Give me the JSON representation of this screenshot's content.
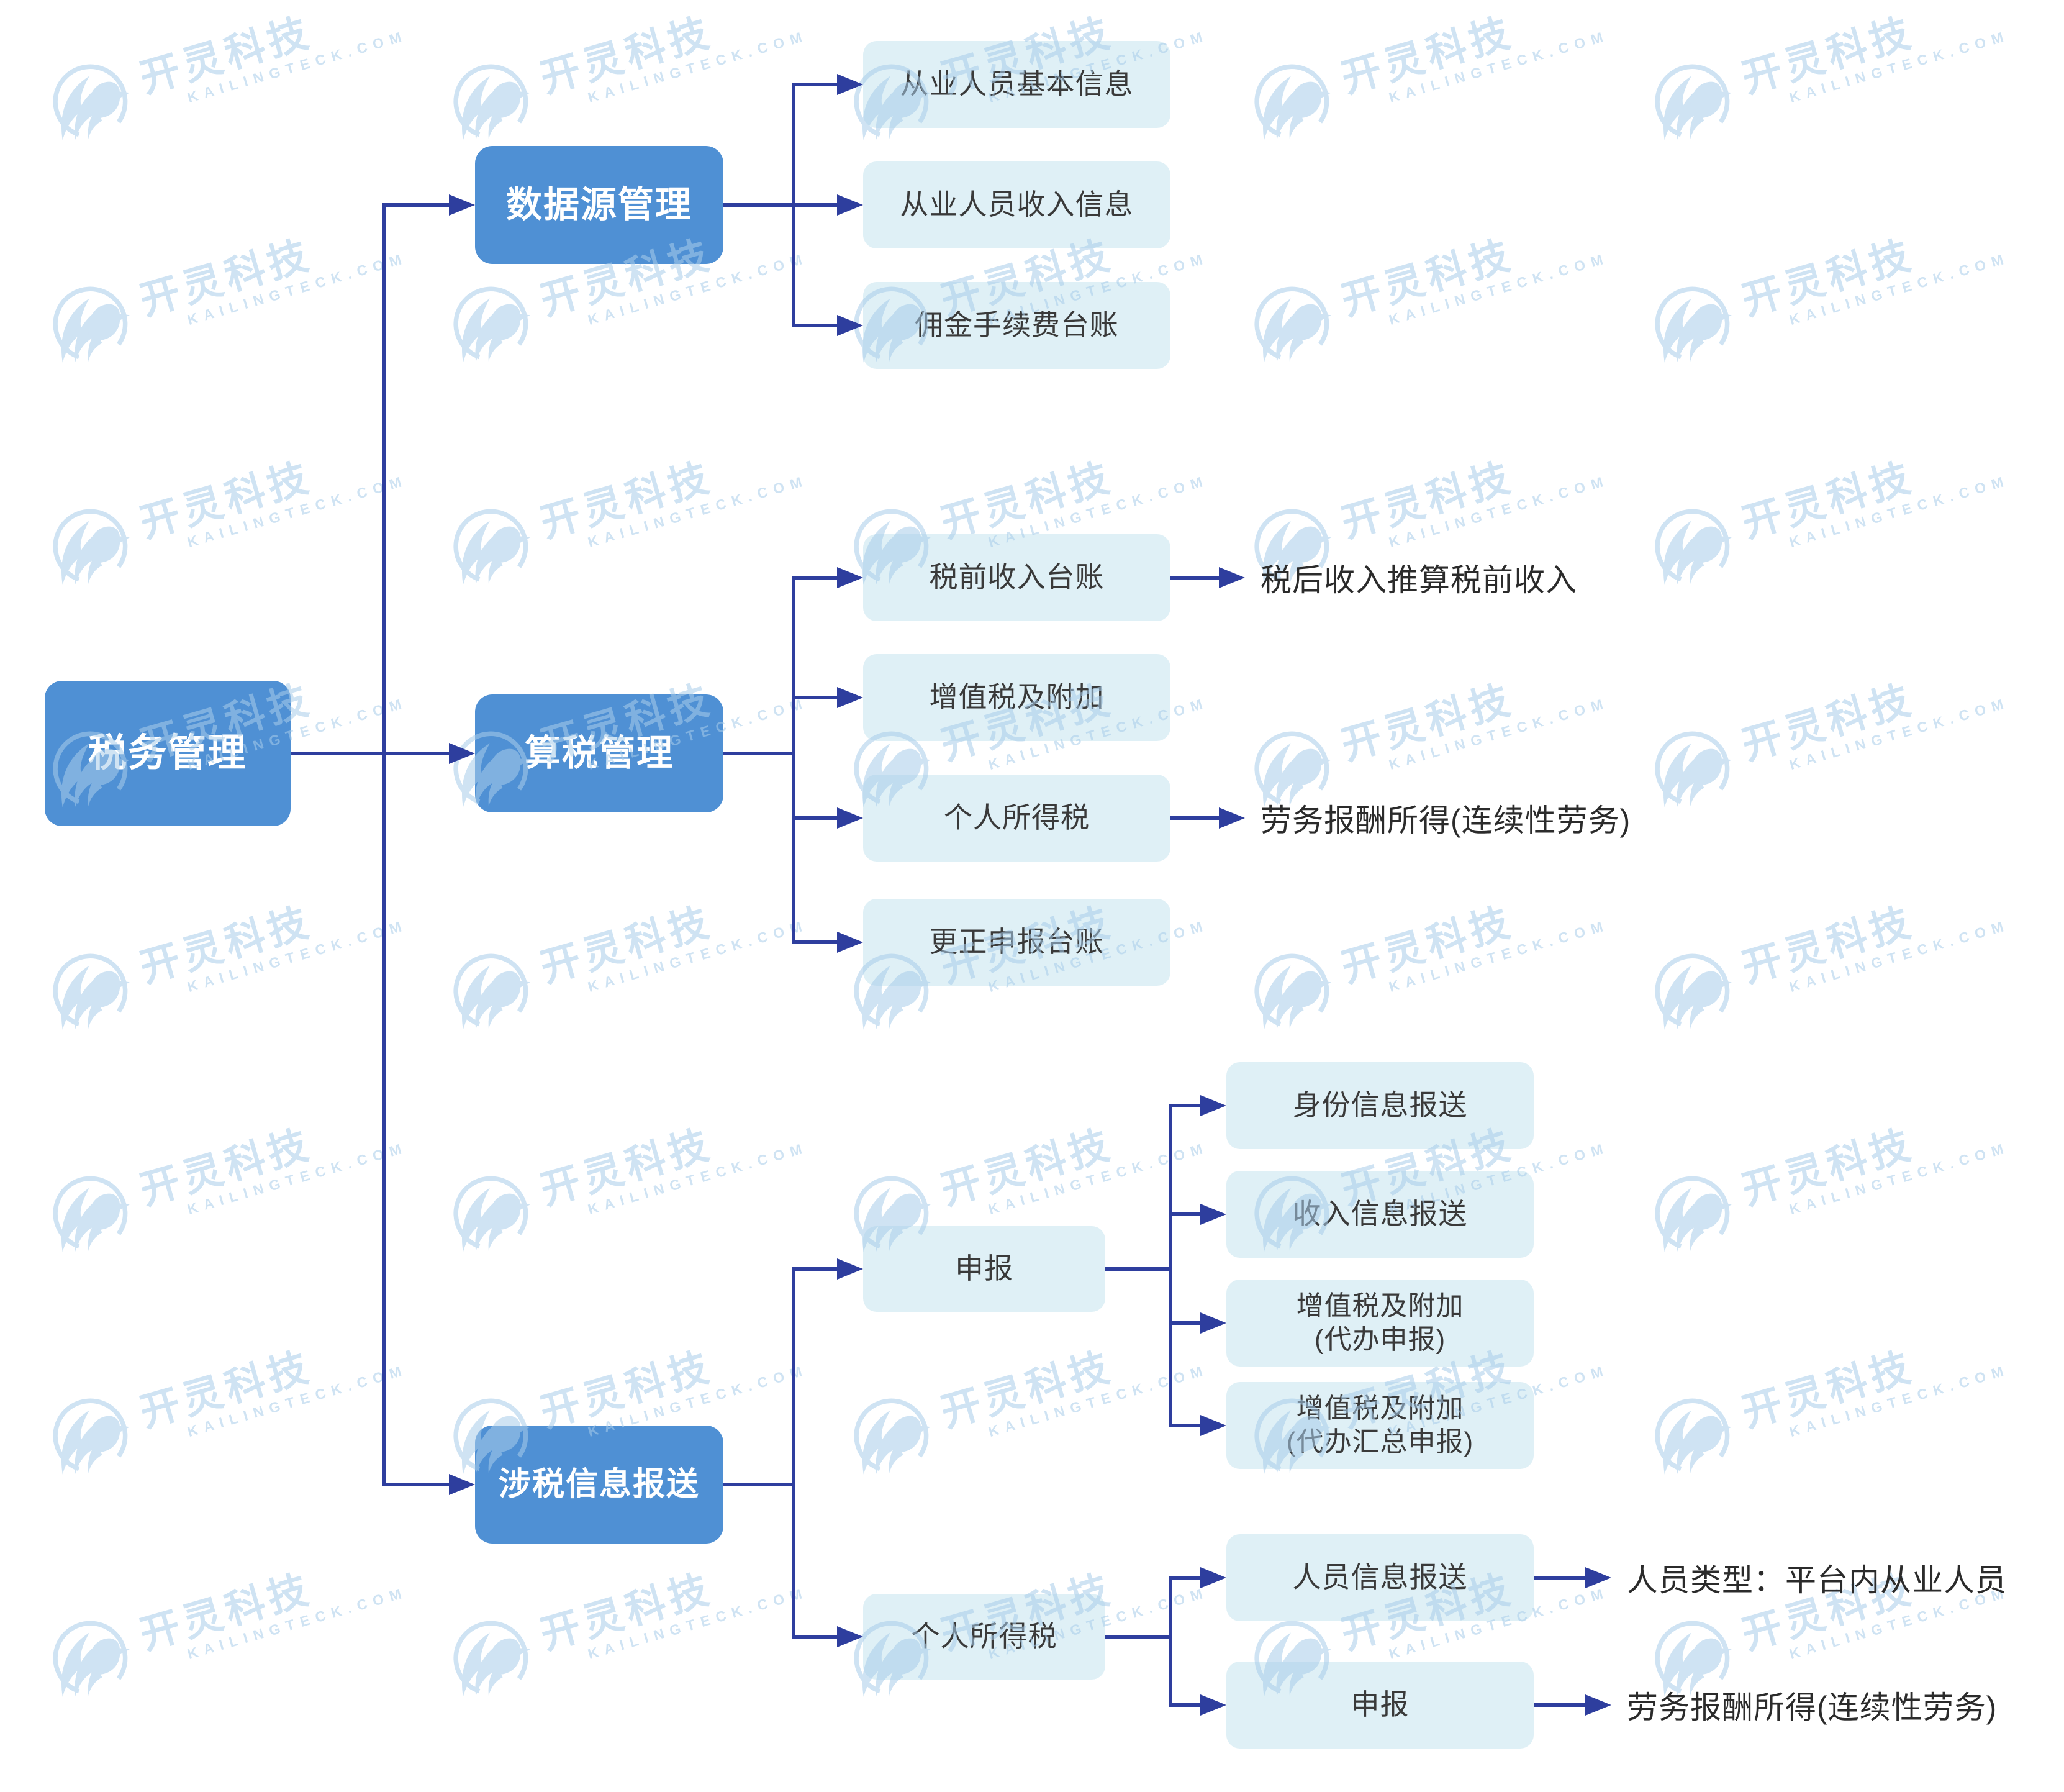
{
  "watermark": {
    "brand": "开灵科技",
    "domain": "KAILINGTECK.COM"
  },
  "colors": {
    "connector": "#2e3e9e",
    "primary_node": "#4f90d4",
    "node_text": "#ffffff",
    "leaf_node": "#dff0f6",
    "leaf_text": "#3a3a3a",
    "annotation_text": "#2b2b2b",
    "watermark": "#a8cdea"
  },
  "diagram": {
    "root": {
      "label": "税务管理"
    },
    "branches": [
      {
        "label": "数据源管理",
        "children": [
          {
            "label": "从业人员基本信息"
          },
          {
            "label": "从业人员收入信息"
          },
          {
            "label": "佣金手续费台账"
          }
        ]
      },
      {
        "label": "算税管理",
        "children": [
          {
            "label": "税前收入台账",
            "annotation": "税后收入推算税前收入"
          },
          {
            "label": "增值税及附加"
          },
          {
            "label": "个人所得税",
            "annotation": "劳务报酬所得(连续性劳务)"
          },
          {
            "label": "更正申报台账"
          }
        ]
      },
      {
        "label": "涉税信息报送",
        "children": [
          {
            "label": "申报",
            "children": [
              {
                "label": "身份信息报送"
              },
              {
                "label": "收入信息报送"
              },
              {
                "label": "增值税及附加",
                "sublabel": "(代办申报)"
              },
              {
                "label": "增值税及附加",
                "sublabel": "(代办汇总申报)"
              }
            ]
          },
          {
            "label": "个人所得税",
            "children": [
              {
                "label": "人员信息报送",
                "annotation": "人员类型：平台内从业人员"
              },
              {
                "label": "申报",
                "annotation": "劳务报酬所得(连续性劳务)"
              }
            ]
          }
        ]
      }
    ]
  }
}
